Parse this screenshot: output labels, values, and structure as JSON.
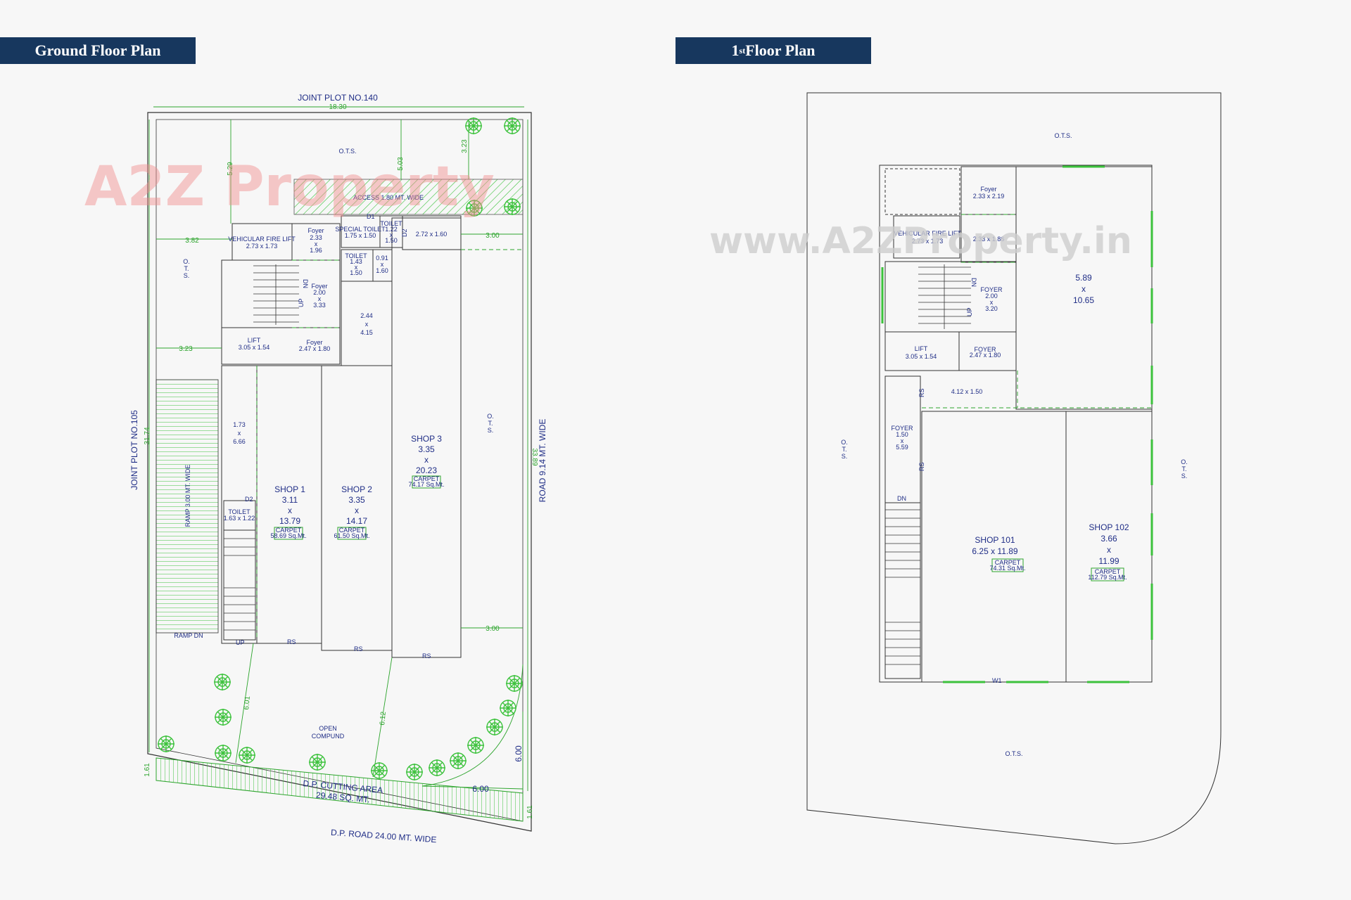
{
  "headers": {
    "ground": "Ground Floor Plan",
    "first_prefix": "1",
    "first_sup": "st",
    "first_rest": " Floor Plan"
  },
  "watermark": {
    "logo": "A2Z Property",
    "url": "www.A2ZProperty.in"
  },
  "colors": {
    "header_bg": "#17375e",
    "label": "#1f2d86",
    "dimension": "#2ca42c",
    "tree": "#3cc23c"
  },
  "ground": {
    "road_top": "JOINT PLOT NO.140",
    "width_dim": "18.30",
    "road_left": "JOINT PLOT NO.105",
    "road_right": "ROAD 9.14 MT. WIDE",
    "road_bottom": "D.P. ROAD 24.00 MT. WIDE",
    "ots_top": "O.T.S.",
    "ots_left": "O.\nT.\nS.",
    "ots_right": "O.\nT.\nS.",
    "access": "ACCESS 1.80 MT. WIDE",
    "ramp": "RAMP 3.00 MT. WIDE",
    "ramp_dn": "RAMP DN",
    "vfl_title": "VEHICULAR FIRE LIFT",
    "vfl_size": "2.73 x 1.73",
    "foyer1": [
      "Foyer",
      "2.33",
      "x",
      "1.96"
    ],
    "special_toilet": [
      "SPECIAL TOILET",
      "1.75 x 1.50"
    ],
    "toilet_a": [
      "TOILET",
      "1.22",
      "x",
      "1.50"
    ],
    "room_272": "2.72 x 1.60",
    "toilet_b": [
      "TOILET",
      "1.43",
      "x",
      "1.50"
    ],
    "room_091": [
      "0.91",
      "x",
      "1.60"
    ],
    "foyer2": [
      "Foyer",
      "2.00",
      "x",
      "3.33"
    ],
    "room_244": [
      "2.44",
      "x",
      "4.15"
    ],
    "lift": [
      "LIFT",
      "3.05 x 1.54"
    ],
    "foyer3": [
      "Foyer",
      "2.47 x 1.80"
    ],
    "room_173": [
      "1.73",
      "x",
      "6.66"
    ],
    "toilet_c": [
      "TOILET",
      "1.63 x 1.22"
    ],
    "shop1": [
      "SHOP 1",
      "3.11",
      "x",
      "13.79"
    ],
    "shop1_carpet": [
      "CARPET",
      "58.69 Sq.Mt."
    ],
    "shop2": [
      "SHOP 2",
      "3.35",
      "x",
      "14.17"
    ],
    "shop2_carpet": [
      "CARPET",
      "61.50 Sq.Mt."
    ],
    "shop3": [
      "SHOP 3",
      "3.35",
      "x",
      "20.23"
    ],
    "shop3_carpet": [
      "CARPET",
      "74.17 Sq.Mt."
    ],
    "open_compound": [
      "OPEN",
      "COMPUND"
    ],
    "dp_cutting": [
      "D.P. CUTTING AREA",
      "29.48 SQ. MT."
    ],
    "dims": {
      "d382": "3.82",
      "d323": "3.23",
      "d300a": "3.00",
      "d300b": "3.00",
      "d529": "5.29",
      "d503": "5.03",
      "d323b": "3.23",
      "d3174": "31.74",
      "d3389": "33.89",
      "d601": "6.01",
      "d612": "6.12",
      "d600a": "6.00",
      "d600b": "6.00",
      "d161a": "1.61",
      "d161b": "1.61"
    },
    "tags": {
      "dn": "DN",
      "up": "UP",
      "up2": "UP",
      "rs1": "RS",
      "rs2": "RS",
      "rs3": "RS",
      "d1": "D1",
      "d2": "D2",
      "d3": "D2"
    }
  },
  "first": {
    "ots_top": "O.T.S.",
    "ots_bottom": "O.T.S.",
    "ots_left": "O.\nT.\nS.",
    "ots_right": "O.\nT.\nS.",
    "foyer_a": [
      "Foyer",
      "2.33 x 2.19"
    ],
    "vfl_title": "VEHICULAR FIRE LIFT",
    "vfl_size": "2.73 x 1.73",
    "room_233": "2.33 x 1.86",
    "foyer_b": [
      "FOYER",
      "2.00",
      "x",
      "3.20"
    ],
    "room_589": [
      "5.89",
      "x",
      "10.65"
    ],
    "lift": [
      "LIFT",
      "3.05 x 1.54"
    ],
    "foyer_c": [
      "FOYER",
      "2.47 x 1.80"
    ],
    "room_412": "4.12 x 1.50",
    "foyer_d": [
      "FOYER",
      "1.50",
      "x",
      "5.59"
    ],
    "shop101": [
      "SHOP 101",
      "6.25 x 11.89"
    ],
    "shop101_carpet": [
      "CARPET",
      "74.31 Sq.Mt."
    ],
    "shop102": [
      "SHOP 102",
      "3.66",
      "x",
      "11.99"
    ],
    "shop102_carpet": [
      "CARPET",
      "112.79 Sq.Mt."
    ],
    "tags": {
      "dn": "DN",
      "dn2": "DN",
      "up": "UP",
      "rs1": "RS",
      "rs2": "RS",
      "w1": "W1"
    }
  }
}
